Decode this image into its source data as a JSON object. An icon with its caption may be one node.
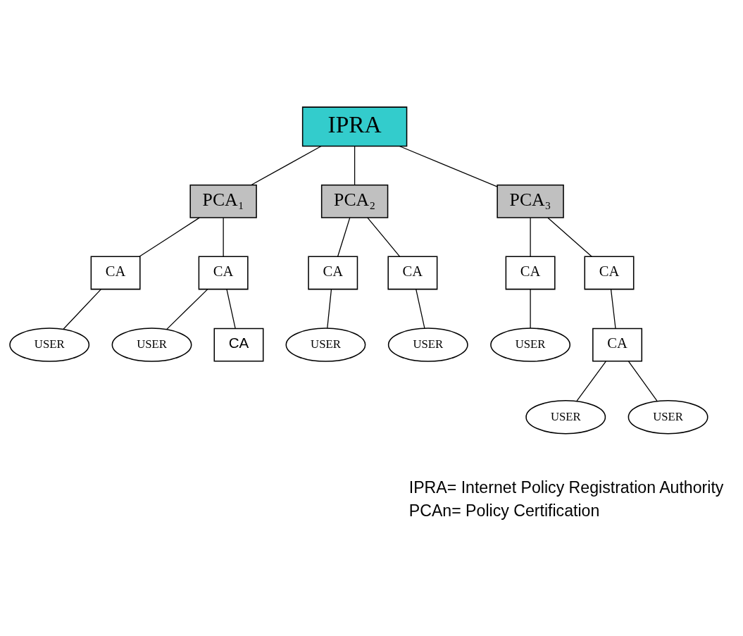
{
  "diagram": {
    "nodes": [
      {
        "text": [
          "IPRA"
        ]
      },
      {
        "text": [
          "PCA₁"
        ]
      },
      {
        "text": [
          "PCA₂"
        ]
      },
      {
        "text": [
          "PCA₃"
        ]
      },
      {
        "text": [
          "CA"
        ]
      },
      {
        "text": [
          "CA"
        ]
      },
      {
        "text": [
          "CA"
        ]
      },
      {
        "text": [
          "CA"
        ]
      },
      {
        "text": [
          "CA"
        ]
      },
      {
        "text": [
          "CA"
        ]
      },
      {
        "text": [
          "USER"
        ]
      },
      {
        "text": [
          "USER"
        ]
      },
      {
        "text": [
          "CA"
        ]
      },
      {
        "text": [
          "USER"
        ]
      },
      {
        "text": [
          "USER"
        ]
      },
      {
        "text": [
          "USER"
        ]
      },
      {
        "text": [
          "CA"
        ]
      },
      {
        "text": [
          "USER"
        ]
      },
      {
        "text": [
          "USER"
        ]
      }
    ],
    "edges": [
      {
        "from": 0,
        "to": 1,
        "arrow": "none"
      },
      {
        "from": 0,
        "to": 2,
        "arrow": "none"
      },
      {
        "from": 0,
        "to": 3,
        "arrow": "none"
      },
      {
        "from": 1,
        "to": 4,
        "arrow": "none"
      },
      {
        "from": 1,
        "to": 5,
        "arrow": "none"
      },
      {
        "from": 2,
        "to": 6,
        "arrow": "none"
      },
      {
        "from": 2,
        "to": 7,
        "arrow": "none"
      },
      {
        "from": 3,
        "to": 8,
        "arrow": "none"
      },
      {
        "from": 3,
        "to": 9,
        "arrow": "none"
      },
      {
        "from": 4,
        "to": 10,
        "arrow": "none"
      },
      {
        "from": 5,
        "to": 11,
        "arrow": "none"
      },
      {
        "from": 5,
        "to": 12,
        "arrow": "none"
      },
      {
        "from": 6,
        "to": 13,
        "arrow": "none"
      },
      {
        "from": 7,
        "to": 14,
        "arrow": "none"
      },
      {
        "from": 8,
        "to": 15,
        "arrow": "none"
      },
      {
        "from": 9,
        "to": 16,
        "arrow": "none"
      },
      {
        "from": 16,
        "to": 17,
        "arrow": "none"
      },
      {
        "from": 16,
        "to": 18,
        "arrow": "none"
      }
    ],
    "labels": [
      "IPRA= Internet Policy Registration Authority",
      "PCAn= Policy Certification"
    ]
  }
}
